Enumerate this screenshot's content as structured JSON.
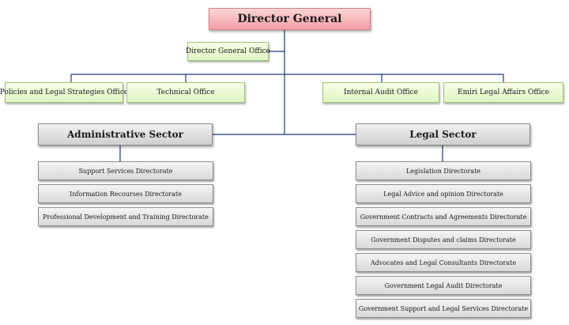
{
  "director_general": "Director General",
  "dg_office": "Director General Office",
  "offices": [
    "Policies and Legal Strategies Office",
    "Technical Office",
    "Internal Audit Office",
    "Emiri Legal Affairs Office"
  ],
  "admin_sector": {
    "title": "Administrative Sector",
    "directorates": [
      "Support Services Directorate",
      "Information Recourses Directorate",
      "Professional Development and Training Directorate"
    ]
  },
  "legal_sector": {
    "title": "Legal Sector",
    "directorates": [
      "Legislation Directorate",
      "Legal Advice and opinion Directorate",
      "Government Contracts and Agreements Directorate",
      "Government Disputes and claims Directorate",
      "Advocates and Legal Consultants Directorate",
      "Government Legal Audit Directorate",
      "Government Support and Legal Services Directorate"
    ]
  },
  "colors": {
    "connector": "#1f3a7a",
    "director": "#f3a0a6",
    "office": "#dff5c2",
    "sector": "#cfcfcf"
  }
}
